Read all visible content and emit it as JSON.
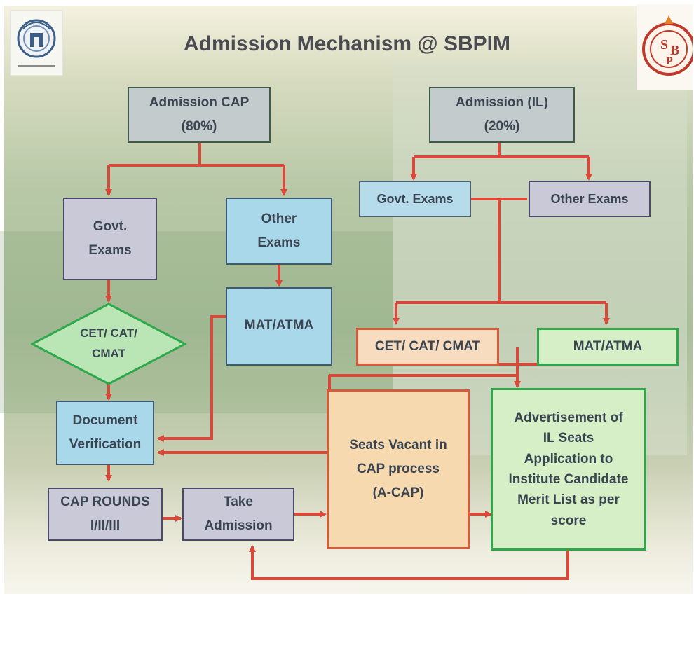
{
  "title": "Admission Mechanism @ SBPIM",
  "nodes": {
    "cap": "Admission CAP\n(80%)",
    "il": "Admission (IL)\n(20%)",
    "govt_left": "Govt.\nExams",
    "other_left": "Other\nExams",
    "cet_diamond": "CET/ CAT/\nCMAT",
    "mat_left": "MAT/ATMA",
    "doc_verif": "Document\nVerification",
    "cap_rounds": "CAP ROUNDS\nI/II/III",
    "take_adm": "Take\nAdmission",
    "govt_right": "Govt. Exams",
    "other_right": "Other Exams",
    "cet_right": "CET/ CAT/ CMAT",
    "mat_right": "MAT/ATMA",
    "seats_vacant": "Seats Vacant in\nCAP process\n(A-CAP)",
    "advert": "Advertisement of\nIL Seats\nApplication to\nInstitute Candidate\nMerit List as per\nscore"
  },
  "colors": {
    "arrow": "#d9493a",
    "gray_box": "#c9c9d8",
    "blue_box": "#a9d8ea",
    "green_box": "#d7efc6",
    "orange_box": "#f7d9b0"
  }
}
